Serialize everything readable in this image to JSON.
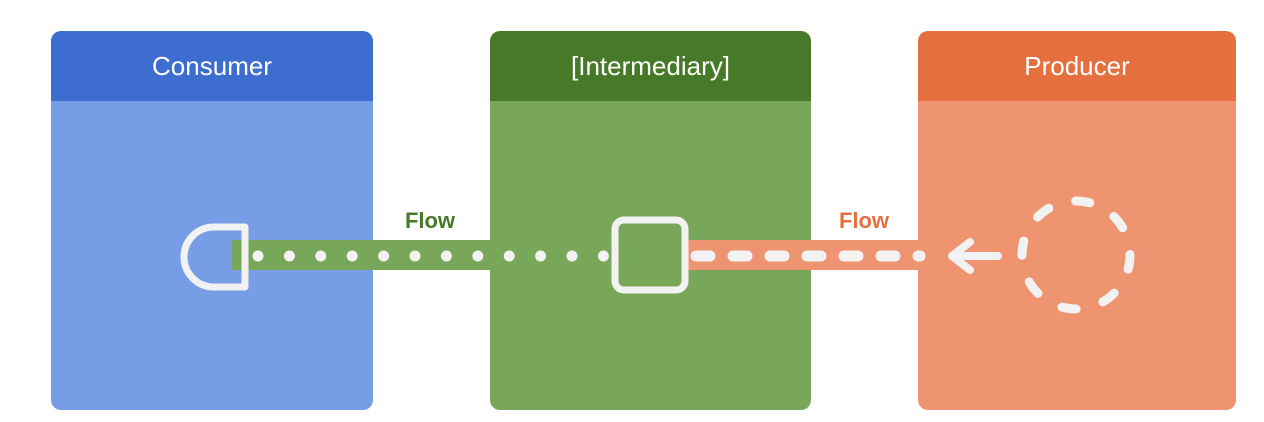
{
  "colors": {
    "consumer_header": "#3C6DCF",
    "consumer_body": "#769DE5",
    "intermediary_header": "#477A28",
    "intermediary_body": "#79A75A",
    "producer_header": "#E66F3F",
    "producer_body": "#EE9470",
    "flow_green_text": "#477A28",
    "flow_orange_text": "#E66F3F",
    "pipe_green": "#79A75A",
    "pipe_orange": "#EE9470",
    "glyph": "#F2F2F2"
  },
  "panels": {
    "consumer": {
      "title": "Consumer"
    },
    "intermediary": {
      "title": "[Intermediary]"
    },
    "producer": {
      "title": "Producer"
    }
  },
  "flows": {
    "left": {
      "label": "Flow"
    },
    "right": {
      "label": "Flow"
    }
  },
  "icons": {
    "consumer": "d-shaped-collector-icon",
    "intermediary": "square-node-icon",
    "producer": "dashed-circle-source-icon",
    "arrow": "left-arrow-icon"
  }
}
